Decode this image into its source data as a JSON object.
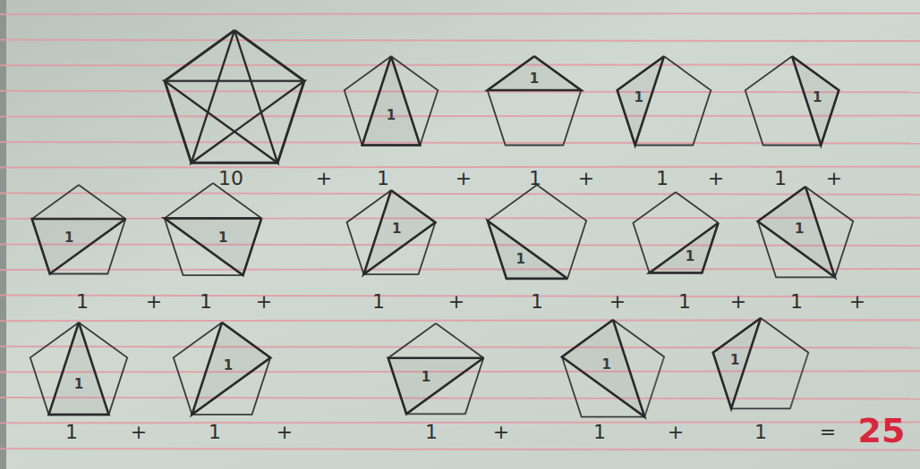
{
  "diagram": {
    "labels": [
      "1",
      "1",
      "1",
      "1",
      "1",
      "1",
      "1",
      "1",
      "1",
      "1",
      "1",
      "1",
      "1",
      "1",
      "1",
      "10",
      "+",
      "1",
      "+",
      "1",
      "+",
      "1",
      "+",
      "1",
      "+",
      "1",
      "+",
      "1",
      "+",
      "1",
      "+",
      "1",
      "+",
      "1",
      "+",
      "1",
      "+",
      "1",
      "+",
      "1",
      "+",
      "1",
      "+",
      "1",
      "+",
      "1",
      "=",
      "25"
    ]
  }
}
